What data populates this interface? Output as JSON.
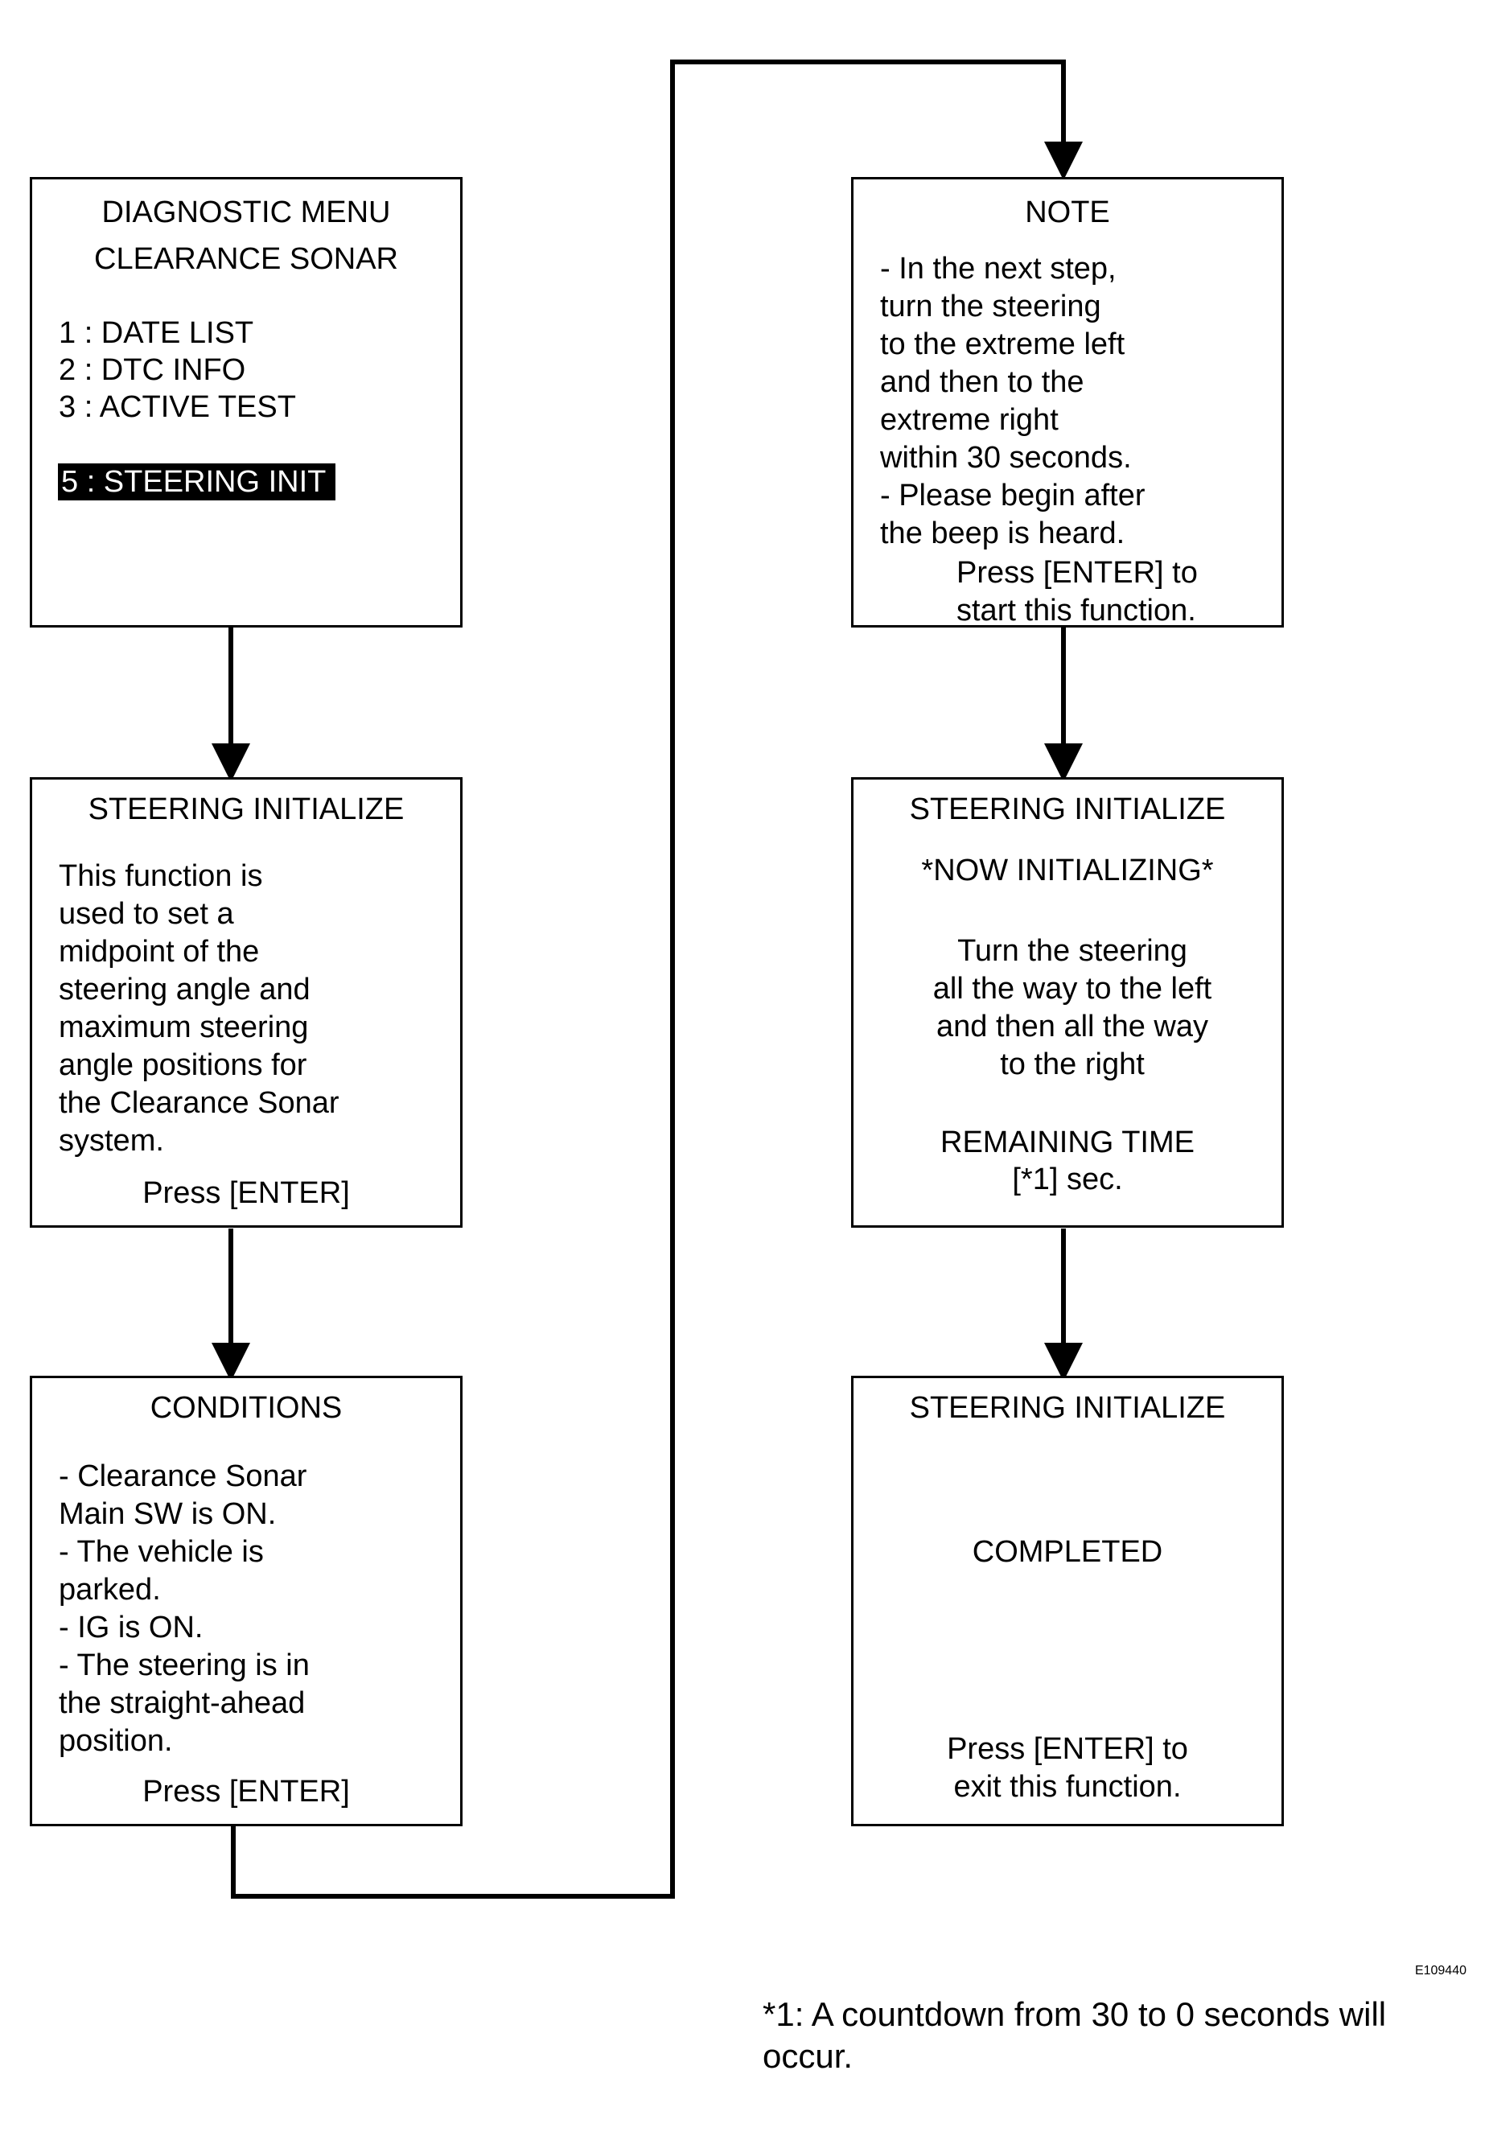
{
  "screens": {
    "diag_menu": {
      "title1": "DIAGNOSTIC MENU",
      "title2": "CLEARANCE SONAR",
      "items": [
        "1 : DATE LIST",
        "2 : DTC INFO",
        "3 : ACTIVE TEST"
      ],
      "selected": "5 : STEERING INIT"
    },
    "steer_info": {
      "title": "STEERING INITIALIZE",
      "lines": [
        "This function is",
        "used to set a",
        "midpoint of the",
        "steering angle and",
        "maximum steering",
        "angle positions for",
        "the Clearance Sonar",
        "system."
      ],
      "prompt": "Press [ENTER]"
    },
    "conditions": {
      "title": "CONDITIONS",
      "lines": [
        "- Clearance Sonar",
        "  Main SW is ON.",
        "- The vehicle is",
        "  parked.",
        "- IG is ON.",
        "- The steering is in",
        "  the straight-ahead",
        "  position."
      ],
      "prompt": "Press [ENTER]"
    },
    "note": {
      "title": "NOTE",
      "lines": [
        "- In the next step,",
        "  turn the steering",
        "  to the extreme left",
        "  and then to the",
        "  extreme right",
        "  within 30 seconds.",
        "- Please begin after",
        "  the beep is heard."
      ],
      "prompt1": "Press [ENTER] to",
      "prompt2": "start this function."
    },
    "initializing": {
      "title": "STEERING INITIALIZE",
      "status": "*NOW INITIALIZING*",
      "lines": [
        "Turn the steering",
        "all the way to the left",
        "and then all the way",
        "to the right"
      ],
      "remaining_label": "REMAINING TIME",
      "remaining_value": "[*1] sec."
    },
    "completed": {
      "title": "STEERING INITIALIZE",
      "status": "COMPLETED",
      "prompt1": "Press [ENTER] to",
      "prompt2": "exit this function."
    }
  },
  "footnote": {
    "line1": "*1: A countdown from 30 to 0 seconds will",
    "line2": "occur."
  },
  "figure_code": "E109440"
}
